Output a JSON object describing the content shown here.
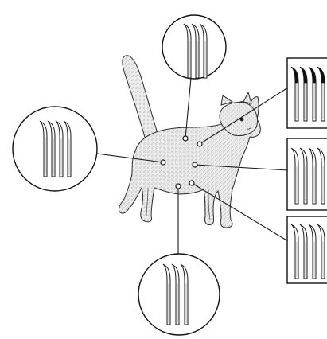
{
  "figure": {
    "subject": "cat-hair-sampling-sites",
    "colors": {
      "ink": "#1a1a1a",
      "cat_fill": "#e9e9e9",
      "stipple": "#6b6b6b",
      "hair_fill": "#f7f7f7",
      "hair_tip": "#111111",
      "background": "#ffffff"
    },
    "sample_sites": [
      {
        "id": "upper-back-top",
        "hair_count": 3,
        "tip_style": "light"
      },
      {
        "id": "shoulder-right-top",
        "hair_count": 4,
        "tip_style": "dark"
      },
      {
        "id": "flank-left",
        "hair_count": 4,
        "tip_style": "light"
      },
      {
        "id": "chest-right-middle",
        "hair_count": 4,
        "tip_style": "light"
      },
      {
        "id": "belly-right-bottom",
        "hair_count": 4,
        "tip_style": "light"
      },
      {
        "id": "underside-bottom",
        "hair_count": 3,
        "tip_style": "light"
      }
    ]
  }
}
